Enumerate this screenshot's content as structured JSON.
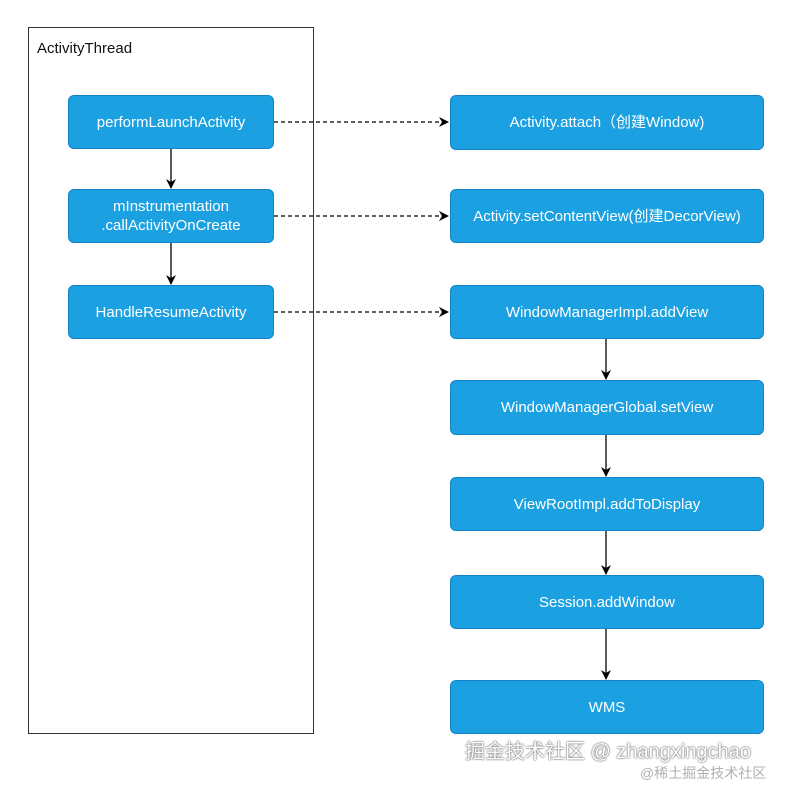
{
  "container": {
    "title": "ActivityThread"
  },
  "left": {
    "perform_launch": "performLaunchActivity",
    "call_oncreate_line1": "mInstrumentation",
    "call_oncreate_line2": ".callActivityOnCreate",
    "handle_resume": "HandleResumeActivity"
  },
  "right": {
    "attach": "Activity.attach（创建Window)",
    "set_content_view": "Activity.setContentView(创建DecorView)",
    "wm_impl_add_view": "WindowManagerImpl.addView",
    "wm_global_set_view": "WindowManagerGlobal.setView",
    "viewroot_add_to_display": "ViewRootImpl.addToDisplay",
    "session_add_window": "Session.addWindow",
    "wms": "WMS"
  },
  "watermark": {
    "main": "掘金技术社区 @ zhangxingchao",
    "sub": "@稀土掘金技术社区"
  },
  "colors": {
    "node_fill": "#1ba1e2",
    "node_border": "#1483c5",
    "edge": "#000000"
  }
}
